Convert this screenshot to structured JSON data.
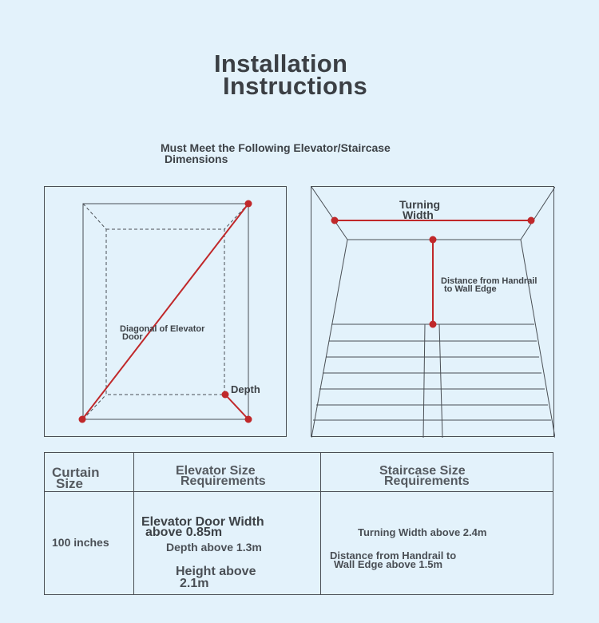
{
  "header": {
    "title_line1": "Installation",
    "title_line2": "Instructions",
    "subtitle_line1": "Must Meet the Following Elevator/Staircase",
    "subtitle_line2": "Dimensions"
  },
  "elevator_diagram": {
    "diagonal_label_line1": "Diagonal of Elevator",
    "diagonal_label_line2": "Door",
    "depth_label": "Depth"
  },
  "staircase_diagram": {
    "turning_label_line1": "Turning",
    "turning_label_line2": "Width",
    "handrail_label_line1": "Distance from Handrail",
    "handrail_label_line2": "to Wall Edge"
  },
  "table": {
    "col1_header_line1": "Curtain",
    "col1_header_line2": "Size",
    "col2_header_line1": "Elevator Size",
    "col2_header_line2": "Requirements",
    "col3_header_line1": "Staircase Size",
    "col3_header_line2": "Requirements",
    "curtain_size": "100 inches",
    "elevator_door_width_line1": "Elevator Door Width",
    "elevator_door_width_line2": "above 0.85m",
    "elevator_depth": "Depth above 1.3m",
    "elevator_height_line1": "Height above",
    "elevator_height_line2": "2.1m",
    "stair_turning_width": "Turning Width above 2.4m",
    "stair_handrail_line1": "Distance from Handrail to",
    "stair_handrail_line2": "Wall Edge above 1.5m"
  },
  "colors": {
    "measure_line": "#c0282a",
    "outline": "#4a4f55",
    "background": "#e3f2fb"
  }
}
